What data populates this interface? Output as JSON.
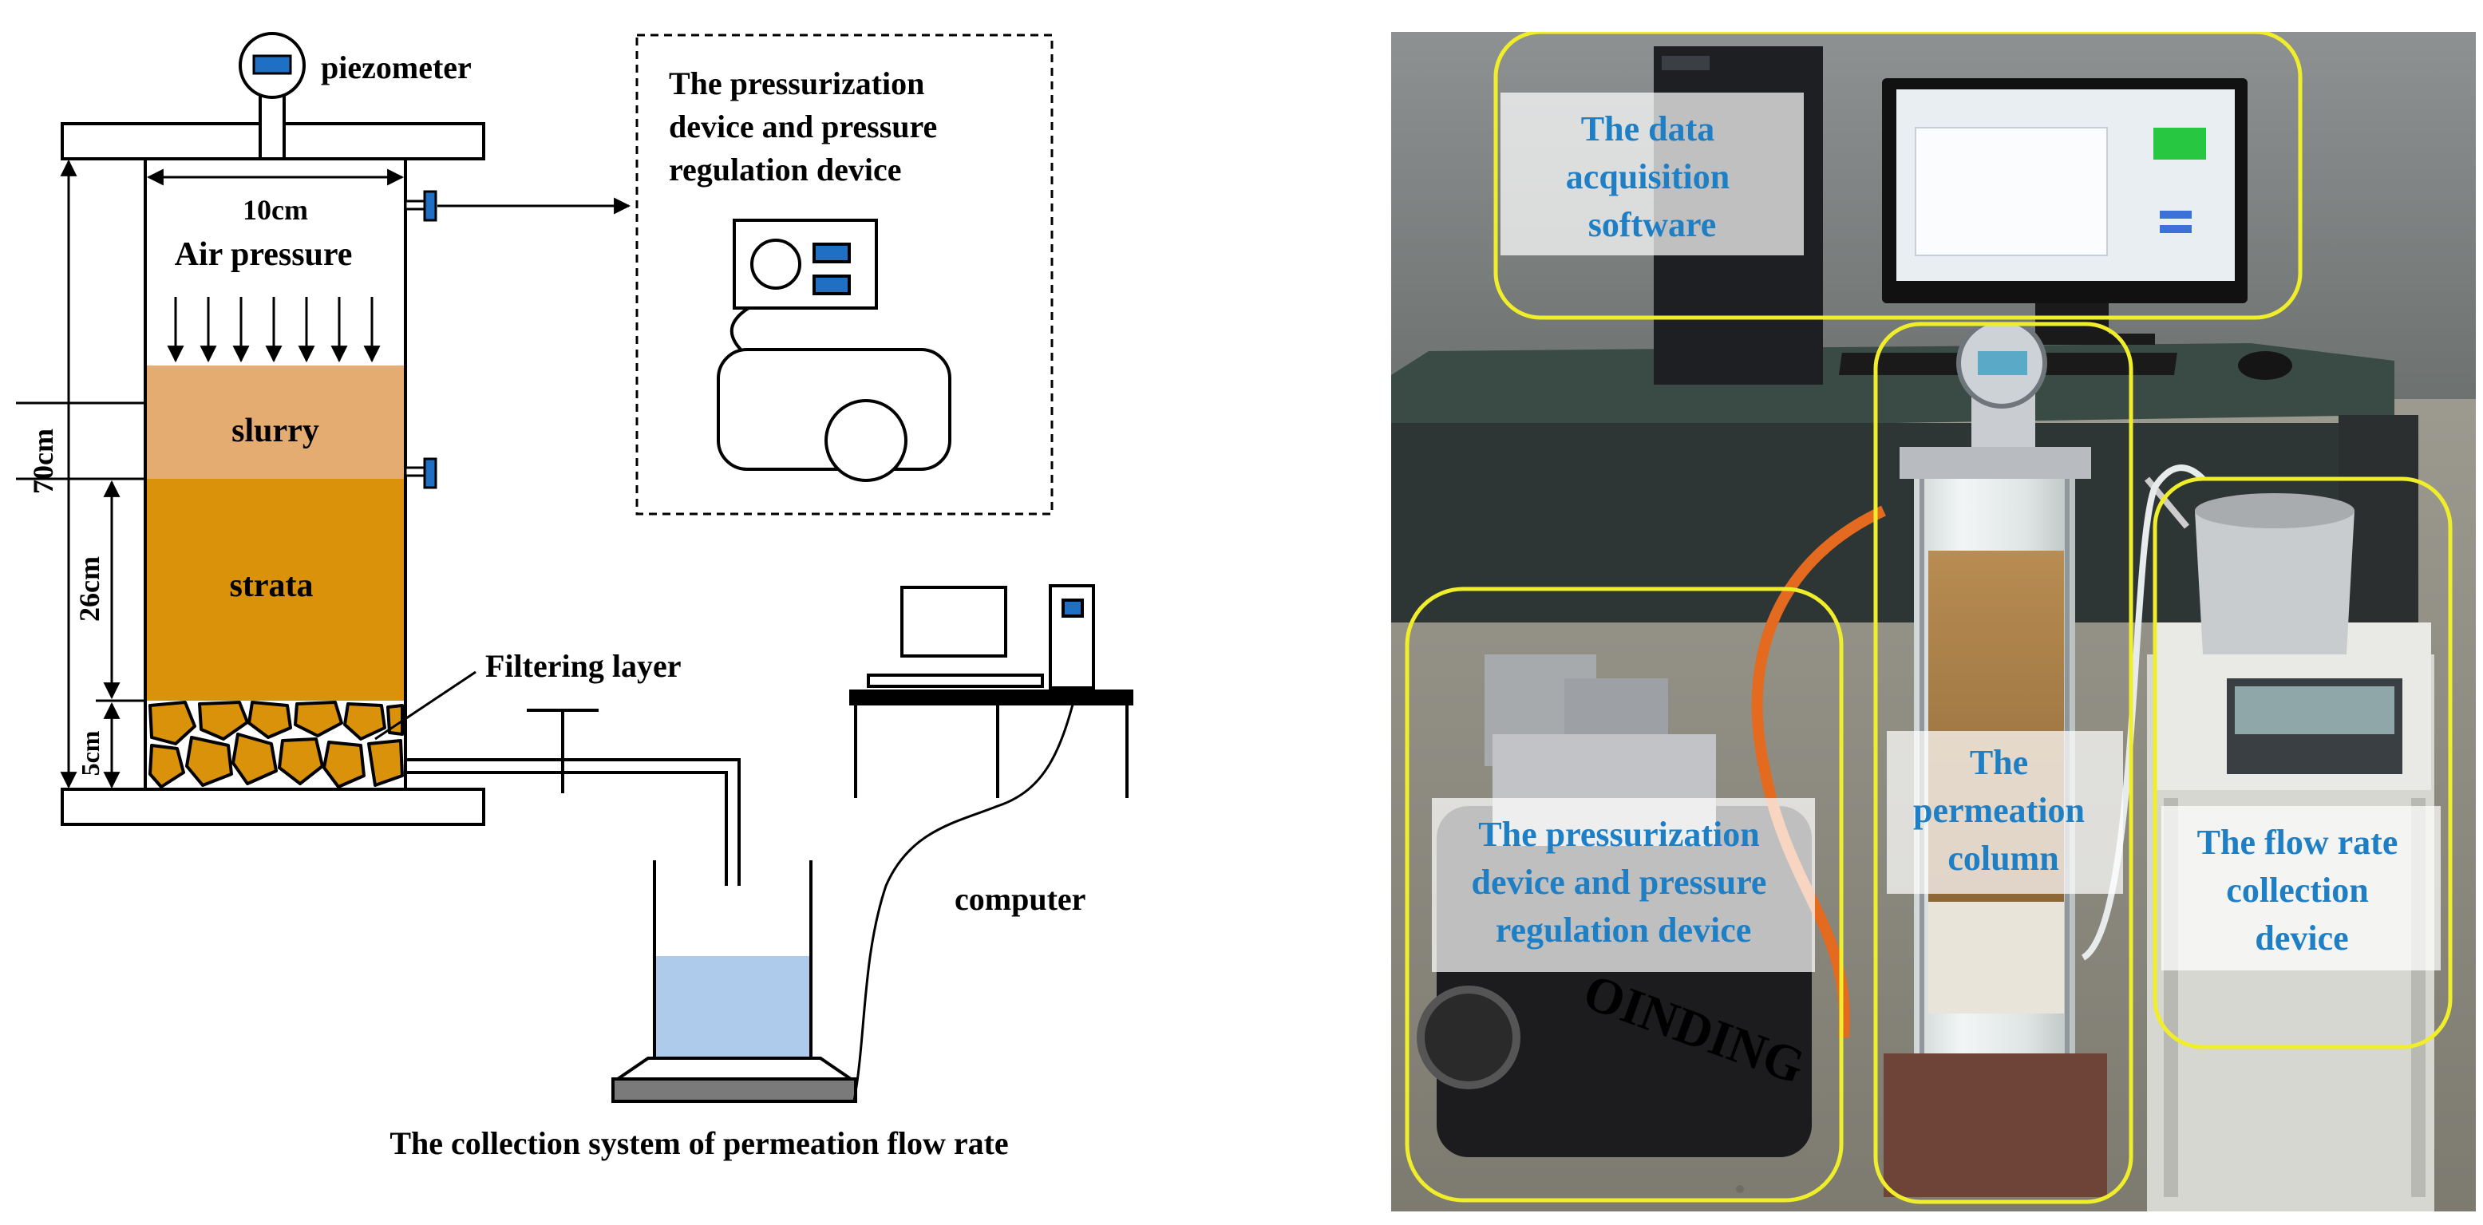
{
  "schematic": {
    "piezometer_label": "piezometer",
    "width_label": "10cm",
    "air_pressure_label": "Air pressure",
    "slurry_label": "slurry",
    "strata_label": "strata",
    "height_total_label": "70cm",
    "height_strata_label": "26cm",
    "height_filter_label": "5cm",
    "filtering_layer_label": "Filtering layer",
    "device_box_title_lines": [
      "The pressurization",
      "device and pressure",
      "regulation device"
    ],
    "computer_label": "computer",
    "caption": "The collection system of permeation flow rate"
  },
  "photo": {
    "labels": {
      "data_software": [
        "The data",
        "acquisition",
        "software"
      ],
      "pressurization": [
        "The pressurization",
        "device and pressure",
        "regulation device"
      ],
      "column": [
        "The",
        "permeation",
        "column"
      ],
      "flow": [
        "The flow rate",
        "collection",
        "device"
      ]
    }
  },
  "colors": {
    "slurry": "#e4ac70",
    "strata": "#d9920a",
    "gravel": "#d9920a",
    "water": "#aecbeb",
    "screen_blue": "#1f6fc4",
    "highlight_frame": "#f0ee2a",
    "label_blue": "#1f7fc4"
  }
}
